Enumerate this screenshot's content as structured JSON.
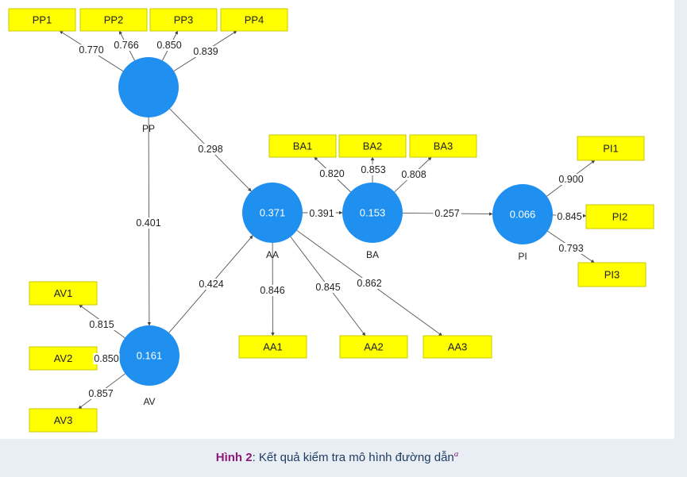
{
  "diagram": {
    "constructs": [
      {
        "id": "PP",
        "label": "PP",
        "r2": ""
      },
      {
        "id": "AV",
        "label": "AV",
        "r2": "0.161"
      },
      {
        "id": "AA",
        "label": "AA",
        "r2": "0.371"
      },
      {
        "id": "BA",
        "label": "BA",
        "r2": "0.153"
      },
      {
        "id": "PI",
        "label": "PI",
        "r2": "0.066"
      }
    ],
    "indicators": [
      {
        "id": "PP1",
        "construct": "PP",
        "loading": "0.770"
      },
      {
        "id": "PP2",
        "construct": "PP",
        "loading": "0.766"
      },
      {
        "id": "PP3",
        "construct": "PP",
        "loading": "0.850"
      },
      {
        "id": "PP4",
        "construct": "PP",
        "loading": "0.839"
      },
      {
        "id": "BA1",
        "construct": "BA",
        "loading": "0.820"
      },
      {
        "id": "BA2",
        "construct": "BA",
        "loading": "0.853"
      },
      {
        "id": "BA3",
        "construct": "BA",
        "loading": "0.808"
      },
      {
        "id": "PI1",
        "construct": "PI",
        "loading": "0.900"
      },
      {
        "id": "PI2",
        "construct": "PI",
        "loading": "0.845"
      },
      {
        "id": "PI3",
        "construct": "PI",
        "loading": "0.793"
      },
      {
        "id": "AV1",
        "construct": "AV",
        "loading": "0.815"
      },
      {
        "id": "AV2",
        "construct": "AV",
        "loading": "0.850"
      },
      {
        "id": "AV3",
        "construct": "AV",
        "loading": "0.857"
      },
      {
        "id": "AA1",
        "construct": "AA",
        "loading": "0.846"
      },
      {
        "id": "AA2",
        "construct": "AA",
        "loading": "0.845"
      },
      {
        "id": "AA3",
        "construct": "AA",
        "loading": "0.862"
      }
    ],
    "paths": [
      {
        "from": "PP",
        "to": "AA",
        "coef": "0.298"
      },
      {
        "from": "PP",
        "to": "AV",
        "coef": "0.401"
      },
      {
        "from": "AV",
        "to": "AA",
        "coef": "0.424"
      },
      {
        "from": "AA",
        "to": "BA",
        "coef": "0.391"
      },
      {
        "from": "BA",
        "to": "PI",
        "coef": "0.257"
      }
    ]
  },
  "caption": {
    "prefix": "Hình 2",
    "text": ": Kết quả kiểm tra mô hình đường dẫn",
    "superscript": "a"
  }
}
